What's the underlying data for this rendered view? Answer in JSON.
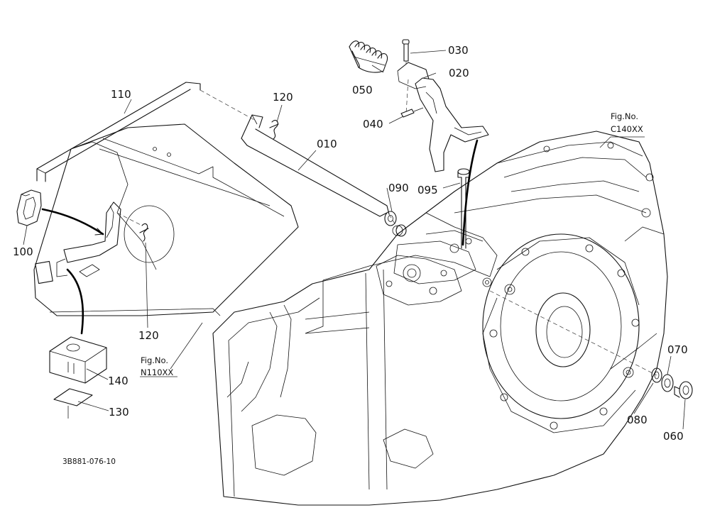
{
  "figure_code": "3B881-076-10",
  "callouts": {
    "c010": "010",
    "c020": "020",
    "c030": "030",
    "c040": "040",
    "c050": "050",
    "c060": "060",
    "c070": "070",
    "c080": "080",
    "c090": "090",
    "c095": "095",
    "c100": "100",
    "c110": "110",
    "c120a": "120",
    "c120b": "120",
    "c130": "130",
    "c140": "140"
  },
  "figure_refs": {
    "c140": {
      "line1": "Fig.No.",
      "line2": "C140XX"
    },
    "n110": {
      "line1": "Fig.No.",
      "line2": "N110XX"
    }
  },
  "colors": {
    "ink": "#111111",
    "paper": "#ffffff"
  }
}
